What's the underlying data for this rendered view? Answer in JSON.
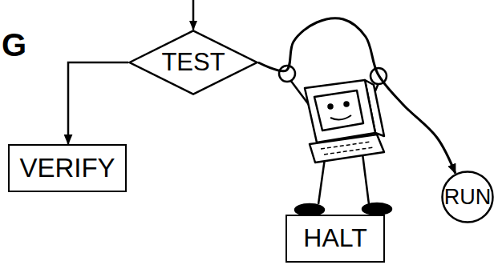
{
  "diagram": {
    "nodes": [
      {
        "text": [
          "TEST"
        ]
      },
      {
        "text": [
          "VERIFY"
        ]
      },
      {
        "text": [
          "HALT"
        ]
      },
      {
        "text": [
          "RUN"
        ]
      }
    ],
    "edges": [
      {
        "from": 0,
        "to": 1,
        "arrow": "to"
      },
      {
        "from": 0,
        "to": 3,
        "arrow": "to"
      }
    ],
    "labels": [
      "G"
    ]
  }
}
